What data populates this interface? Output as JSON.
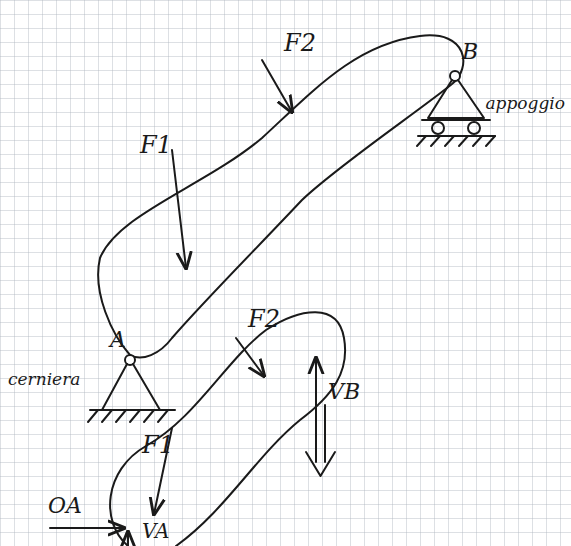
{
  "diagram": {
    "labels": [
      "F1",
      "F2",
      "B",
      "appoggio",
      "cerniera",
      "A",
      "F1",
      "F2",
      "VB",
      "OA",
      "VA"
    ]
  }
}
